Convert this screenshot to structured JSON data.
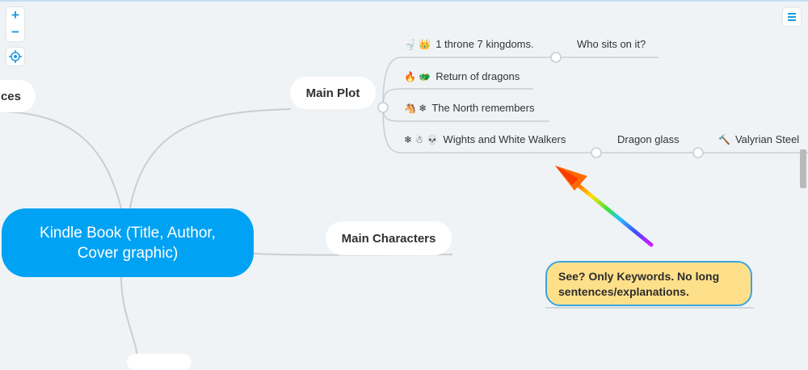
{
  "controls": {
    "zoom_in_label": "+",
    "zoom_out_label": "−",
    "locate_icon": "crosshair-icon",
    "menu_icon": "hamburger-icon"
  },
  "central_topic": {
    "line1": "Kindle Book (Title, Author,",
    "line2": "Cover graphic)"
  },
  "branches": {
    "partial_left": "ices",
    "main_plot": "Main Plot",
    "main_characters": "Main Characters"
  },
  "plot_topics": {
    "throne": {
      "icons": "🚽 👑",
      "label": "1 throne 7 kingdoms."
    },
    "who_sits": {
      "label": "Who sits on it?"
    },
    "dragons": {
      "icons": "🔥 🐲",
      "label": "Return of dragons"
    },
    "north": {
      "icons": "🐴 ❄",
      "label": "The North remembers"
    },
    "wights": {
      "icons": "❄ ☃ 💀",
      "label": "Wights and White Walkers"
    },
    "dragon_glass": {
      "label": "Dragon glass"
    },
    "valyrian": {
      "icons": "🔨",
      "label": "Valyrian Steel"
    }
  },
  "callout": {
    "text": "See? Only Keywords. No long sentences/explanations."
  },
  "colors": {
    "central": "#00a2f3",
    "connector": "#c9ced2",
    "callout_fill": "#ffe08a",
    "callout_border": "#3aa5e0"
  }
}
